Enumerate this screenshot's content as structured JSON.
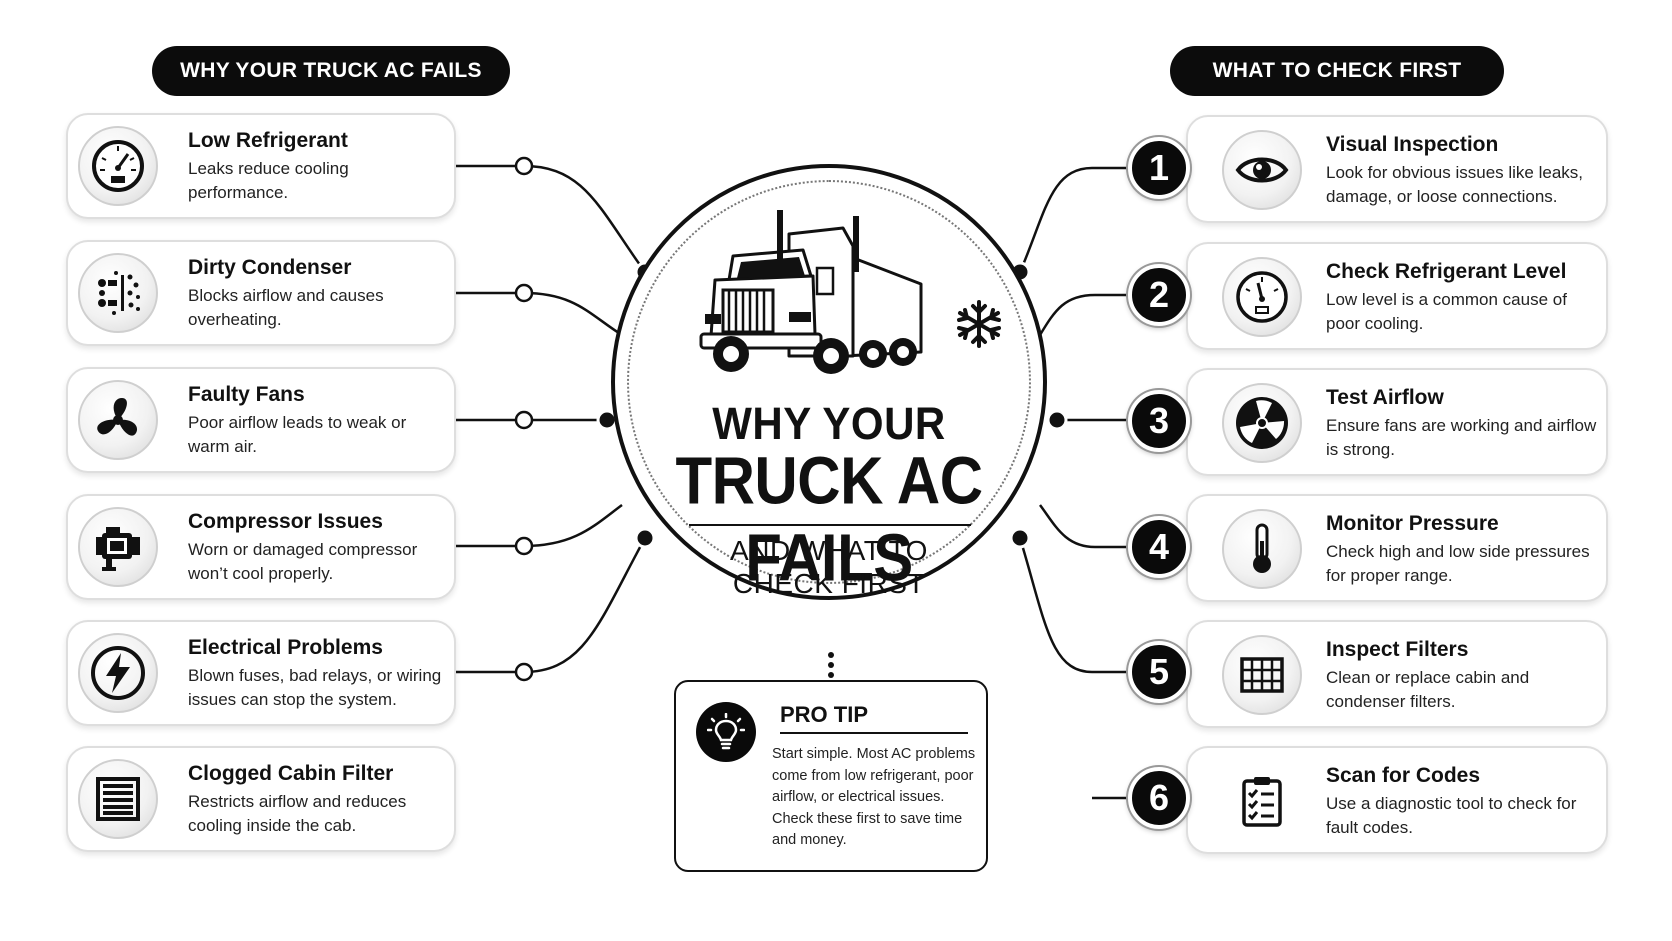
{
  "headers": {
    "left": "WHY YOUR TRUCK AC FAILS",
    "right": "WHAT TO CHECK FIRST"
  },
  "center": {
    "title_line1": "WHY YOUR",
    "title_line2": "TRUCK AC FAILS",
    "subtitle_line1": "AND WHAT TO",
    "subtitle_line2": "CHECK FIRST",
    "truck_icon": "semi-truck-icon",
    "snow_icon": "snowflake-icon"
  },
  "causes": [
    {
      "title": "Low Refrigerant",
      "desc": "Leaks reduce cooling performance.",
      "icon": "gauge-icon"
    },
    {
      "title": "Dirty Condenser",
      "desc": "Blocks airflow and causes overheating.",
      "icon": "condenser-icon"
    },
    {
      "title": "Faulty Fans",
      "desc": "Poor airflow leads to weak or warm air.",
      "icon": "fan-icon"
    },
    {
      "title": "Compressor Issues",
      "desc": "Worn or damaged compressor won’t cool properly.",
      "icon": "compressor-icon"
    },
    {
      "title": "Electrical Problems",
      "desc": "Blown fuses, bad relays, or wiring issues can stop the system.",
      "icon": "lightning-icon"
    },
    {
      "title": "Clogged Cabin Filter",
      "desc": "Restricts airflow and reduces cooling inside the cab.",
      "icon": "filter-icon"
    }
  ],
  "checks": [
    {
      "num": "1",
      "title": "Visual Inspection",
      "desc": "Look for obvious issues like leaks, damage, or loose connections.",
      "icon": "eye-icon"
    },
    {
      "num": "2",
      "title": "Check Refrigerant Level",
      "desc": "Low level is a common cause of poor cooling.",
      "icon": "gauge-icon"
    },
    {
      "num": "3",
      "title": "Test Airflow",
      "desc": "Ensure fans are working and airflow is strong.",
      "icon": "fan-icon"
    },
    {
      "num": "4",
      "title": "Monitor Pressure",
      "desc": "Check high and low side pressures for proper range.",
      "icon": "thermometer-icon"
    },
    {
      "num": "5",
      "title": "Inspect Filters",
      "desc": "Clean or replace cabin and condenser filters.",
      "icon": "filter-grid-icon"
    },
    {
      "num": "6",
      "title": "Scan for Codes",
      "desc": "Use a diagnostic tool to check for fault codes.",
      "icon": "checklist-icon"
    }
  ],
  "protip": {
    "title": "PRO TIP",
    "body": "Start simple. Most AC problems come from low refrigerant, poor airflow, or electrical issues. Check these first to save time and money.",
    "icon": "lightbulb-icon"
  },
  "colors": {
    "ink": "#111111",
    "background": "#ffffff",
    "card_border": "#dedede"
  }
}
